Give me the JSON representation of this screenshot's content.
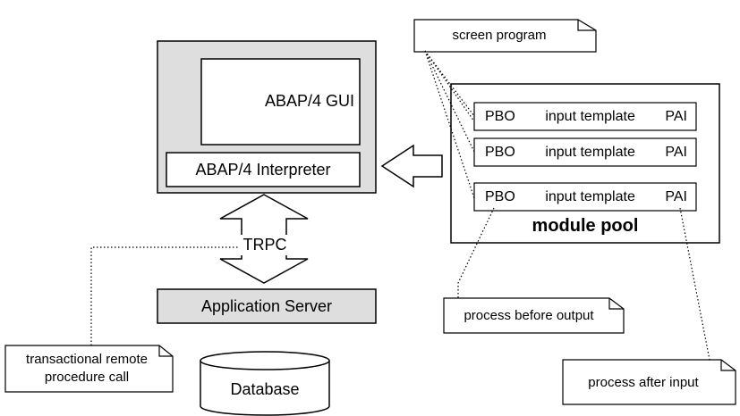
{
  "client": {
    "gui_label": "ABAP/4 GUI",
    "interpreter_label": "ABAP/4 Interpreter"
  },
  "connection": {
    "label": "TRPC"
  },
  "server": {
    "label": "Application Server"
  },
  "database": {
    "label": "Database"
  },
  "module_pool": {
    "title": "module pool",
    "rows": [
      {
        "left": "PBO",
        "middle": "input template",
        "right": "PAI"
      },
      {
        "left": "PBO",
        "middle": "input template",
        "right": "PAI"
      },
      {
        "left": "PBO",
        "middle": "input template",
        "right": "PAI"
      }
    ]
  },
  "notes": {
    "screen_program": "screen program",
    "pbo": "process before output",
    "pai": "process after input",
    "trpc_line1": "transactional remote",
    "trpc_line2": "procedure call"
  }
}
